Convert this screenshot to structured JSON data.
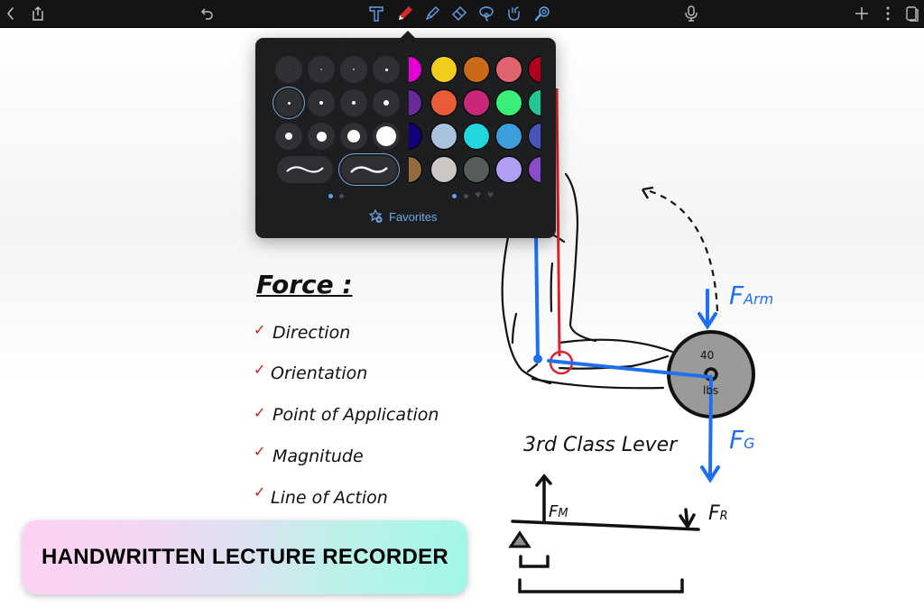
{
  "toolbar": {
    "left": [
      {
        "name": "back-icon",
        "label": "Back"
      },
      {
        "name": "share-icon",
        "label": "Share"
      },
      {
        "name": "undo-icon",
        "label": "Undo"
      }
    ],
    "tools": [
      {
        "name": "text-tool",
        "label": "Text",
        "active": false
      },
      {
        "name": "pen-tool",
        "label": "Pen",
        "active": true,
        "color": "#d9262b"
      },
      {
        "name": "highlighter-tool",
        "label": "Highlighter",
        "active": false
      },
      {
        "name": "eraser-tool",
        "label": "Eraser",
        "active": false
      },
      {
        "name": "lasso-tool",
        "label": "Lasso",
        "active": false
      },
      {
        "name": "hand-tool",
        "label": "Hand / Touch",
        "active": false
      },
      {
        "name": "laser-pointer-tool",
        "label": "Laser Pointer",
        "active": false
      }
    ],
    "right": [
      {
        "name": "microphone-icon",
        "label": "Record"
      },
      {
        "name": "add-icon",
        "label": "Add"
      },
      {
        "name": "more-icon",
        "label": "More"
      },
      {
        "name": "pages-icon",
        "label": "Pages"
      }
    ]
  },
  "pen_popover": {
    "sizes": [
      [
        1,
        2,
        3,
        4
      ],
      [
        4,
        5,
        6,
        8
      ],
      [
        10,
        14,
        17,
        24
      ]
    ],
    "selected_size": {
      "row": 1,
      "col": 0
    },
    "stroke_styles": [
      {
        "name": "smooth-stroke",
        "selected": false
      },
      {
        "name": "pressure-stroke",
        "selected": true
      }
    ],
    "size_pager": {
      "pages": 2,
      "active": 0
    },
    "colors": [
      [
        "#e400d3",
        "#f1cd1e",
        "#c96a18",
        "#df6470",
        "#b0001b"
      ],
      [
        "#6a2a99",
        "#e95a36",
        "#c9287a",
        "#3bed79",
        "#22c795"
      ],
      [
        "#110077",
        "#a9c3dd",
        "#22d6dd",
        "#3c9fda",
        "#4a53b8"
      ],
      [
        "#946b3c",
        "#cbc8c3",
        "#565e5c",
        "#b39ef5",
        "#8a4ccc"
      ]
    ],
    "color_pager": {
      "pages": 4,
      "active": 0,
      "heart_pages": [
        2,
        3
      ]
    },
    "favorites_label": "Favorites",
    "accent": "#6fa9e6"
  },
  "notes": {
    "title": "Force :",
    "checklist": [
      "Direction",
      "Orientation",
      "Point of Application",
      "Magnitude",
      "Line of Action"
    ],
    "check_color": "#d31a1a"
  },
  "diagram": {
    "weight_top": "40",
    "weight_bottom": "lbs",
    "force_arm_label": "F",
    "force_arm_sub": "Arm",
    "force_gravity_label": "F",
    "force_gravity_sub": "G",
    "lever_title": "3rd Class Lever",
    "force_muscle_label": "F",
    "force_muscle_sub": "M",
    "force_resistance_label": "F",
    "force_resistance_sub": "R",
    "blue": "#1f6ff0",
    "red": "#d9262b"
  },
  "banner": {
    "text": "HANDWRITTEN LECTURE RECORDER"
  }
}
